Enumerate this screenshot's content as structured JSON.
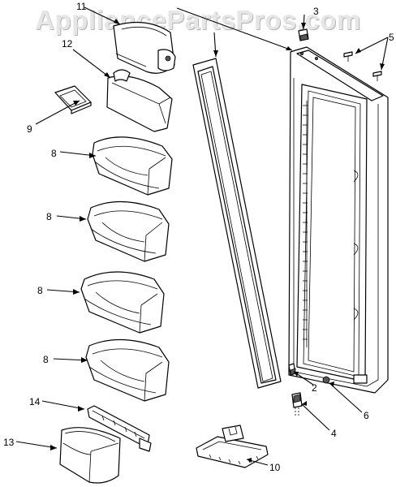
{
  "watermark": "AppliancePartsPros.com",
  "callouts": [
    {
      "key": "p11",
      "label": "11"
    },
    {
      "key": "p12",
      "label": "12"
    },
    {
      "key": "p9",
      "label": "9"
    },
    {
      "key": "p8a",
      "label": "8"
    },
    {
      "key": "p8b",
      "label": "8"
    },
    {
      "key": "p8c",
      "label": "8"
    },
    {
      "key": "p8d",
      "label": "8"
    },
    {
      "key": "p14",
      "label": "14"
    },
    {
      "key": "p13",
      "label": "13"
    },
    {
      "key": "p3",
      "label": "3"
    },
    {
      "key": "p5",
      "label": "5"
    },
    {
      "key": "p2",
      "label": "2"
    },
    {
      "key": "p6",
      "label": "6"
    },
    {
      "key": "p4",
      "label": "4"
    },
    {
      "key": "p10",
      "label": "10"
    }
  ]
}
